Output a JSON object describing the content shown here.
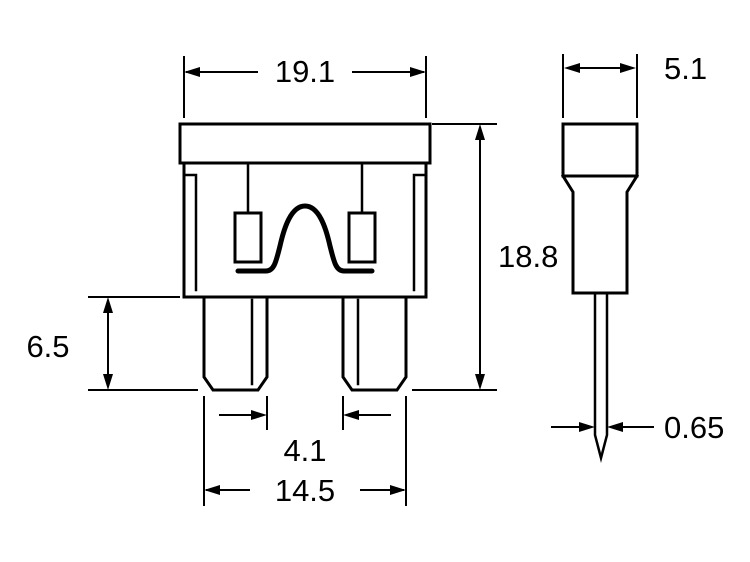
{
  "drawing": {
    "colors": {
      "line": "#000000",
      "background": "#ffffff"
    },
    "front_view": {
      "overall_width": "19.1",
      "overall_height": "18.8",
      "terminal_height": "6.5",
      "terminal_gap": "4.1",
      "terminal_span": "14.5"
    },
    "side_view": {
      "body_thickness": "5.1",
      "blade_thickness": "0.65"
    }
  }
}
